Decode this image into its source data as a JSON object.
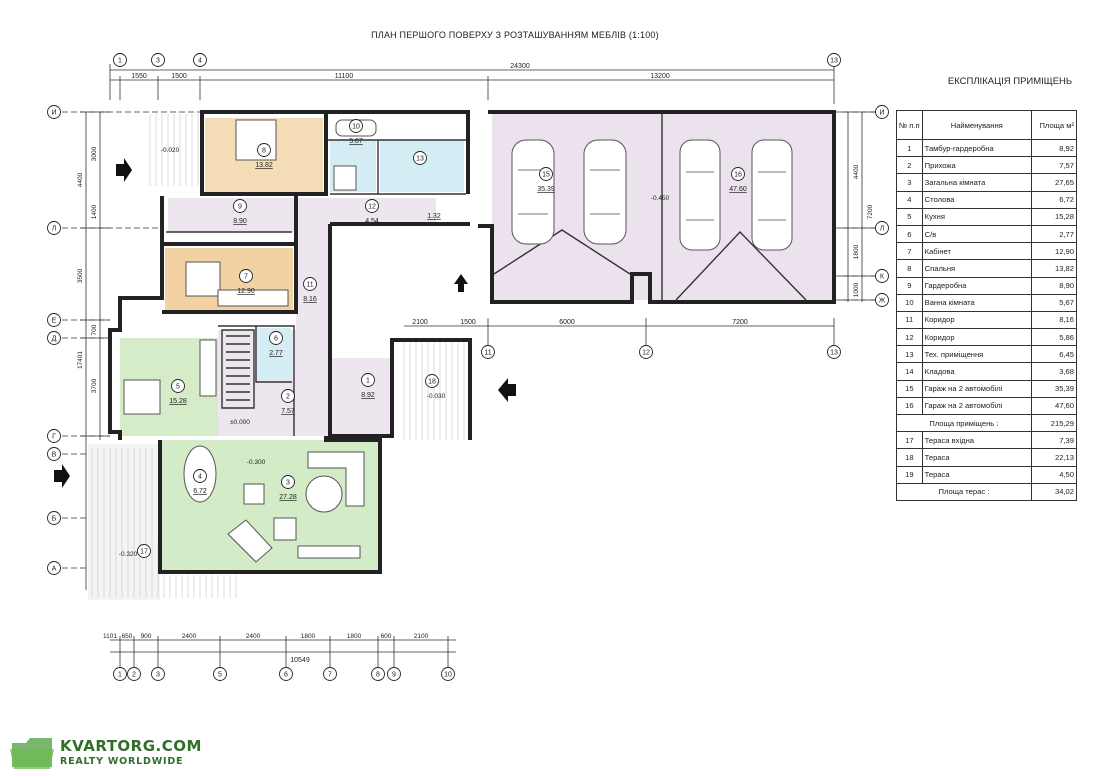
{
  "title": "ПЛАН ПЕРШОГО ПОВЕРХУ З РОЗТАШУВАННЯМ МЕБЛІВ (1:100)",
  "explication": {
    "title": "ЕКСПЛІКАЦІЯ ПРИМІЩЕНЬ",
    "headers": {
      "no": "№ п.п",
      "name": "Найменування",
      "area": "Площа м²"
    },
    "rooms": [
      {
        "no": "1",
        "name": "Тамбур-гардеробна",
        "area": "8,92"
      },
      {
        "no": "2",
        "name": "Прихожа",
        "area": "7,57"
      },
      {
        "no": "3",
        "name": "Загальна кімната",
        "area": "27,65"
      },
      {
        "no": "4",
        "name": "Столова",
        "area": "6,72"
      },
      {
        "no": "5",
        "name": "Кухня",
        "area": "15,28"
      },
      {
        "no": "6",
        "name": "С/в",
        "area": "2,77"
      },
      {
        "no": "7",
        "name": "Кабінет",
        "area": "12,90"
      },
      {
        "no": "8",
        "name": "Спальня",
        "area": "13,82"
      },
      {
        "no": "9",
        "name": "Гардеробна",
        "area": "8,90"
      },
      {
        "no": "10",
        "name": "Ванна кімната",
        "area": "5,67"
      },
      {
        "no": "11",
        "name": "Коридор",
        "area": "8,16"
      },
      {
        "no": "12",
        "name": "Коридор",
        "area": "5,86"
      },
      {
        "no": "13",
        "name": "Тех. приміщення",
        "area": "6,45"
      },
      {
        "no": "14",
        "name": "Кладова",
        "area": "3,68"
      },
      {
        "no": "15",
        "name": "Гараж на 2 автомобілі",
        "area": "35,39"
      },
      {
        "no": "16",
        "name": "Гараж на 2 автомобілі",
        "area": "47,60"
      }
    ],
    "rooms_total_label": "Площа приміщень :",
    "rooms_total": "215,29",
    "terraces": [
      {
        "no": "17",
        "name": "Тераса вхідна",
        "area": "7,39"
      },
      {
        "no": "18",
        "name": "Тераса",
        "area": "22,13"
      },
      {
        "no": "19",
        "name": "Тераса",
        "area": "4,50"
      }
    ],
    "terraces_total_label": "Площа терас :",
    "terraces_total": "34,02"
  },
  "axes": {
    "top": [
      "1",
      "3",
      "4",
      "13"
    ],
    "bottom": [
      "1",
      "2",
      "3",
      "5",
      "6",
      "7",
      "8",
      "9",
      "10"
    ],
    "left": [
      "И",
      "Л",
      "Е",
      "Д",
      "Г",
      "В",
      "Б",
      "А"
    ],
    "right": [
      "И",
      "Л",
      "К",
      "Ж"
    ],
    "garage": [
      "11",
      "12",
      "13"
    ]
  },
  "dims": {
    "top_total": "24300",
    "top": [
      "1550",
      "1500",
      "11100",
      "13200"
    ],
    "bottom": [
      "1101",
      "650",
      "900",
      "2400",
      "2400",
      "1800",
      "1800",
      "600",
      "2100"
    ],
    "bottom_total": "10549",
    "left": [
      "3000",
      "4400",
      "1400",
      "3500",
      "700",
      "3700",
      "17401"
    ],
    "right": [
      "4400",
      "7200",
      "1800",
      "1000"
    ],
    "garage": [
      "6000",
      "7200"
    ],
    "corridor": [
      "2100",
      "1500"
    ]
  },
  "room_labels": {
    "r1": {
      "num": "1",
      "area": "8.92"
    },
    "r2": {
      "num": "2",
      "area": "7.57"
    },
    "r3": {
      "num": "3",
      "area": "27.28"
    },
    "r4": {
      "num": "4",
      "area": "6.72"
    },
    "r5": {
      "num": "5",
      "area": "15.28"
    },
    "r6": {
      "num": "6",
      "area": "2.77"
    },
    "r7": {
      "num": "7",
      "area": "12.90"
    },
    "r8": {
      "num": "8",
      "area": "13.82"
    },
    "r9": {
      "num": "9",
      "area": "8.90"
    },
    "r10": {
      "num": "10",
      "area": "5.67"
    },
    "r11": {
      "num": "11",
      "area": "8.16"
    },
    "r12": {
      "num": "12",
      "area": "4.54"
    },
    "r13": {
      "num": "13",
      "area": ""
    },
    "r14": {
      "area": "1.32"
    },
    "r15": {
      "num": "15",
      "area": "35.39"
    },
    "r16": {
      "num": "16",
      "area": "47.60"
    },
    "r17": {
      "num": "17"
    },
    "r18": {
      "num": "18"
    }
  },
  "levels": {
    "terrace_entry": "-0.020",
    "entry_porch": "-0.030",
    "floor": "±0.000",
    "living": "-0.300",
    "terrace": "-0.320",
    "garage": "-0.450"
  },
  "watermark": {
    "brand": "KVARTORG.COM",
    "sub": "REALTY WORLDWIDE"
  },
  "colors": {
    "bedroom": "#f5ddb8",
    "study": "#f2d2a2",
    "kitchen": "#d6ecc8",
    "living": "#d3ebc6",
    "bath": "#d4ecf4",
    "garage": "#ece2ee",
    "corridor": "#eee6ef"
  }
}
